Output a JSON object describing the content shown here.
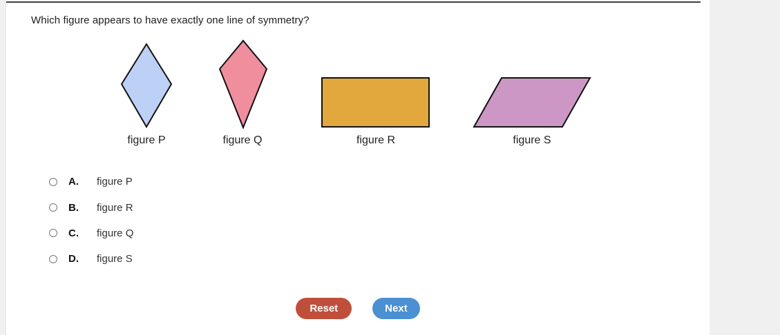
{
  "question": {
    "text": "Which figure appears to have exactly one line of symmetry?"
  },
  "figures": [
    {
      "label": "figure P",
      "shape": "rhombus",
      "color": "#bdd0f5"
    },
    {
      "label": "figure Q",
      "shape": "kite",
      "color": "#f08e9e"
    },
    {
      "label": "figure R",
      "shape": "rectangle",
      "color": "#e2a83d"
    },
    {
      "label": "figure S",
      "shape": "parallelogram",
      "color": "#cc97c5"
    }
  ],
  "options": [
    {
      "letter": "A.",
      "label": "figure P"
    },
    {
      "letter": "B.",
      "label": "figure R"
    },
    {
      "letter": "C.",
      "label": "figure Q"
    },
    {
      "letter": "D.",
      "label": "figure S"
    }
  ],
  "buttons": {
    "reset": "Reset",
    "next": "Next"
  },
  "colors": {
    "reset_button": "#bf4f3b",
    "next_button": "#4b90d2",
    "shape_outline": "#111111",
    "top_rule": "#3d3d3d"
  }
}
